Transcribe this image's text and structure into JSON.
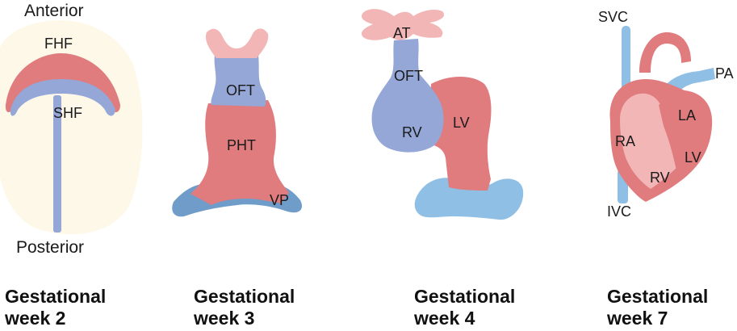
{
  "colors": {
    "red": "#e07b7e",
    "blue": "#95a7d6",
    "pink": "#f2b6b7",
    "darkblue": "#6f9cc9",
    "lightblue": "#8fbfe4",
    "embryo_bg": "#fdf8e8"
  },
  "stages": [
    {
      "caption": [
        "Gestational",
        "week 2"
      ],
      "labels": {
        "anterior": "Anterior",
        "posterior": "Posterior",
        "fhf": "FHF",
        "shf": "SHF"
      }
    },
    {
      "caption": [
        "Gestational",
        "week 3"
      ],
      "labels": {
        "oft": "OFT",
        "pht": "PHT",
        "vp": "VP"
      }
    },
    {
      "caption": [
        "Gestational",
        "week 4"
      ],
      "labels": {
        "at": "AT",
        "oft": "OFT",
        "rv": "RV",
        "lv": "LV"
      }
    },
    {
      "caption": [
        "Gestational",
        "week 7"
      ],
      "labels": {
        "svc": "SVC",
        "pa": "PA",
        "la": "LA",
        "ra": "RA",
        "lv": "LV",
        "rv": "RV",
        "ivc": "IVC"
      }
    }
  ]
}
